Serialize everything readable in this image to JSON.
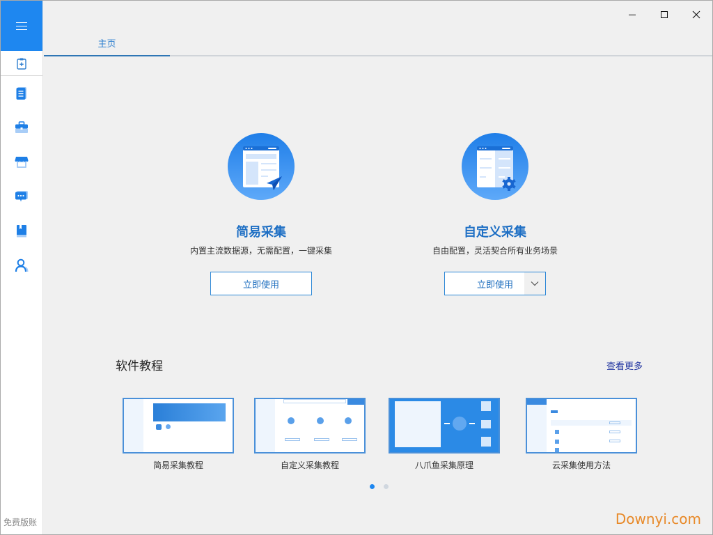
{
  "window": {
    "controls": {
      "minimize": "minimize-icon",
      "maximize": "maximize-icon",
      "close": "close-icon"
    }
  },
  "sidebar": {
    "menu_icon": "hamburger-icon",
    "new_task_icon": "clipboard-plus-icon",
    "items": [
      {
        "id": "tasks",
        "icon": "document-list-icon"
      },
      {
        "id": "toolbox",
        "icon": "toolbox-icon"
      },
      {
        "id": "market",
        "icon": "store-icon"
      },
      {
        "id": "messages",
        "icon": "chat-icon"
      },
      {
        "id": "tutorials",
        "icon": "book-icon"
      },
      {
        "id": "account",
        "icon": "user-icon"
      }
    ],
    "footer_label": "免费版账"
  },
  "tabs": [
    {
      "label": "主页",
      "active": true
    }
  ],
  "features": [
    {
      "title": "简易采集",
      "description": "内置主流数据源，无需配置，一键采集",
      "button_label": "立即使用",
      "icon": "paper-plane-browser-icon"
    },
    {
      "title": "自定义采集",
      "description": "自由配置，灵活契合所有业务场景",
      "button_label": "立即使用",
      "has_dropdown": true,
      "icon": "gear-browser-icon"
    }
  ],
  "tutorials": {
    "title": "软件教程",
    "more_link": "查看更多",
    "cards": [
      {
        "label": "简易采集教程"
      },
      {
        "label": "自定义采集教程"
      },
      {
        "label": "八爪鱼采集原理"
      },
      {
        "label": "云采集使用方法"
      }
    ],
    "pagination": {
      "current": 1,
      "total": 2
    }
  },
  "watermark": "Downyi.com",
  "colors": {
    "accent": "#1e87f0",
    "tab_active": "#2f76b5",
    "feature_title": "#1e6fc4",
    "link": "#1b2f9e",
    "watermark": "#e88a2a"
  }
}
